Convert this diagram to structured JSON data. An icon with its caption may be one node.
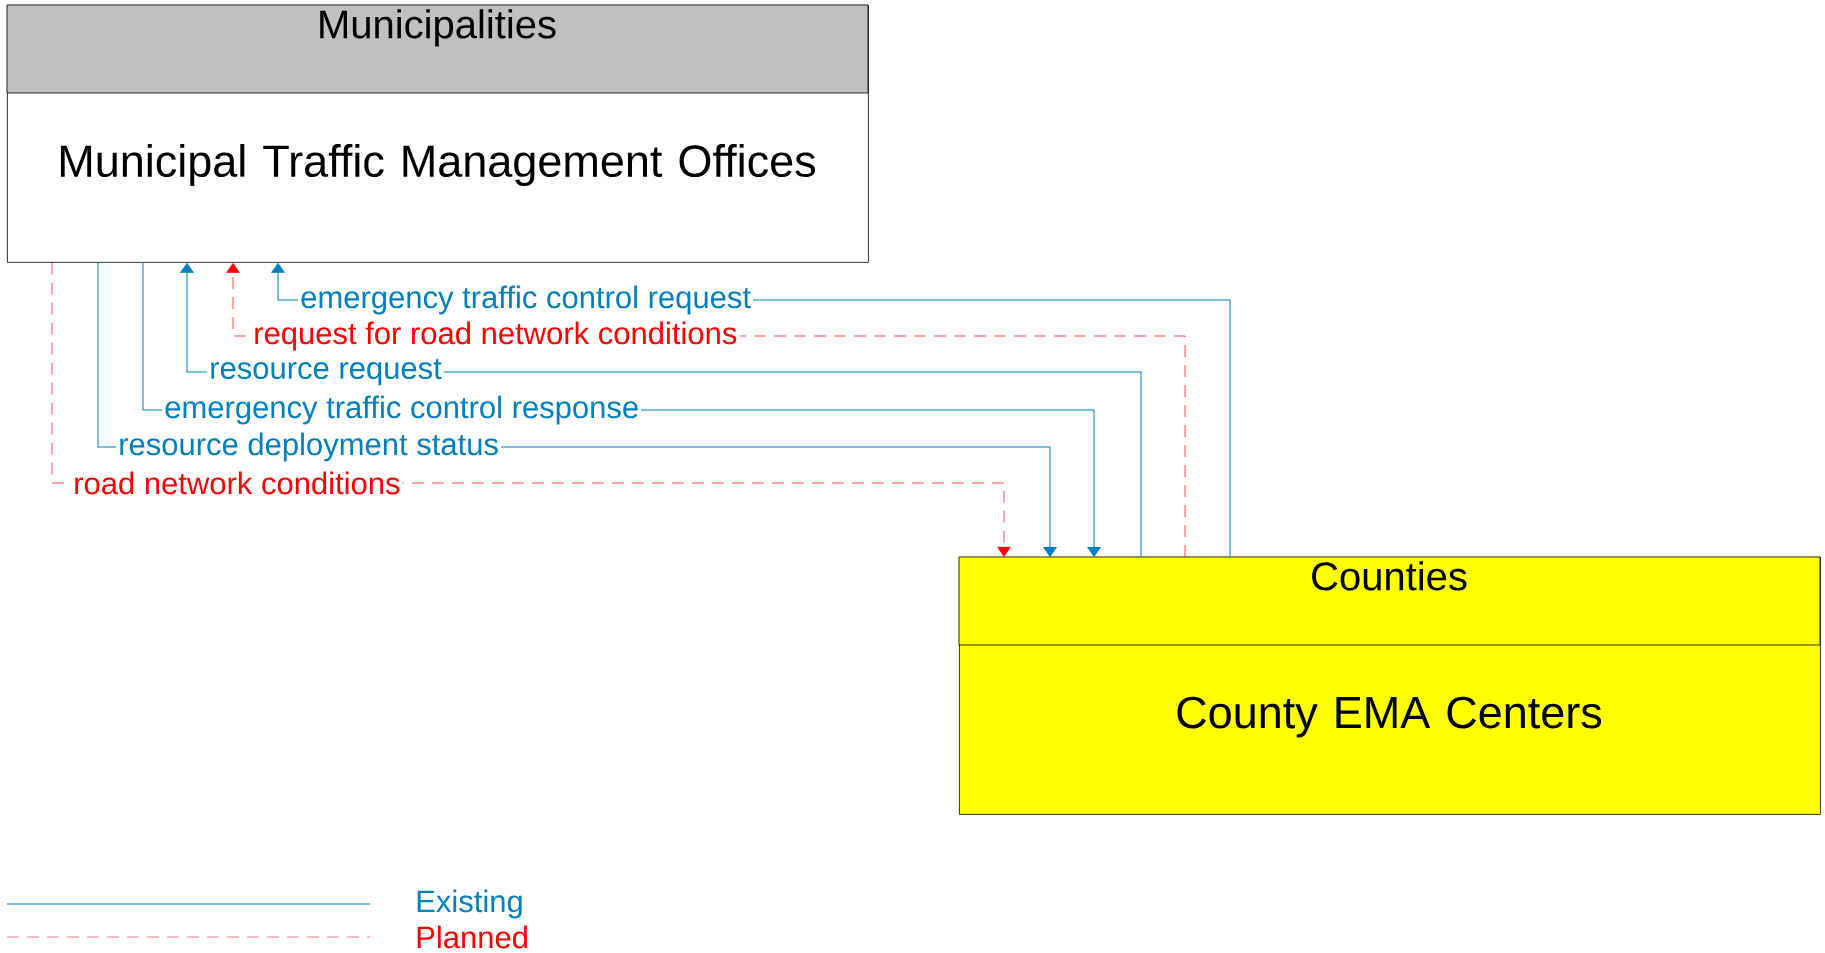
{
  "diagram": {
    "nodes": [
      {
        "text": [
          "Municipalities",
          "Municipal Traffic Management Offices"
        ]
      },
      {
        "text": [
          "Counties",
          "County EMA Centers"
        ]
      }
    ],
    "edges": [
      {
        "from": 1,
        "to": 0,
        "arrow": "to",
        "label": "emergency traffic control request"
      },
      {
        "from": 1,
        "to": 0,
        "arrow": "to",
        "label": "request for road network conditions",
        "style": "dashed",
        "color": "#ff0000"
      },
      {
        "from": 1,
        "to": 0,
        "arrow": "to",
        "label": "resource request"
      },
      {
        "from": 0,
        "to": 1,
        "arrow": "to",
        "label": "emergency traffic control response"
      },
      {
        "from": 0,
        "to": 1,
        "arrow": "to",
        "label": "resource deployment status"
      },
      {
        "from": 0,
        "to": 1,
        "arrow": "to",
        "label": "road network conditions",
        "style": "dashed",
        "color": "#ff0000"
      }
    ],
    "legend": [
      {
        "text": "Existing"
      },
      {
        "text": "Planned"
      }
    ]
  }
}
